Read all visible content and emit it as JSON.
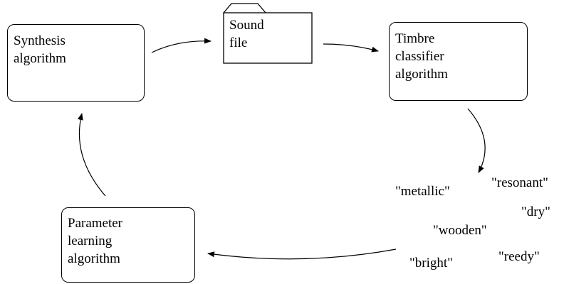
{
  "nodes": {
    "synthesis": {
      "lines": [
        "Synthesis",
        "algorithm"
      ]
    },
    "sound_file": {
      "lines": [
        "Sound",
        "file"
      ]
    },
    "classifier": {
      "lines": [
        "Timbre",
        "classifier",
        "algorithm"
      ]
    },
    "parameter": {
      "lines": [
        "Parameter",
        "learning",
        "algorithm"
      ]
    }
  },
  "timbre_words": [
    "\"metallic\"",
    "\"resonant\"",
    "\"dry\"",
    "\"wooden\"",
    "\"bright\"",
    "\"reedy\""
  ]
}
